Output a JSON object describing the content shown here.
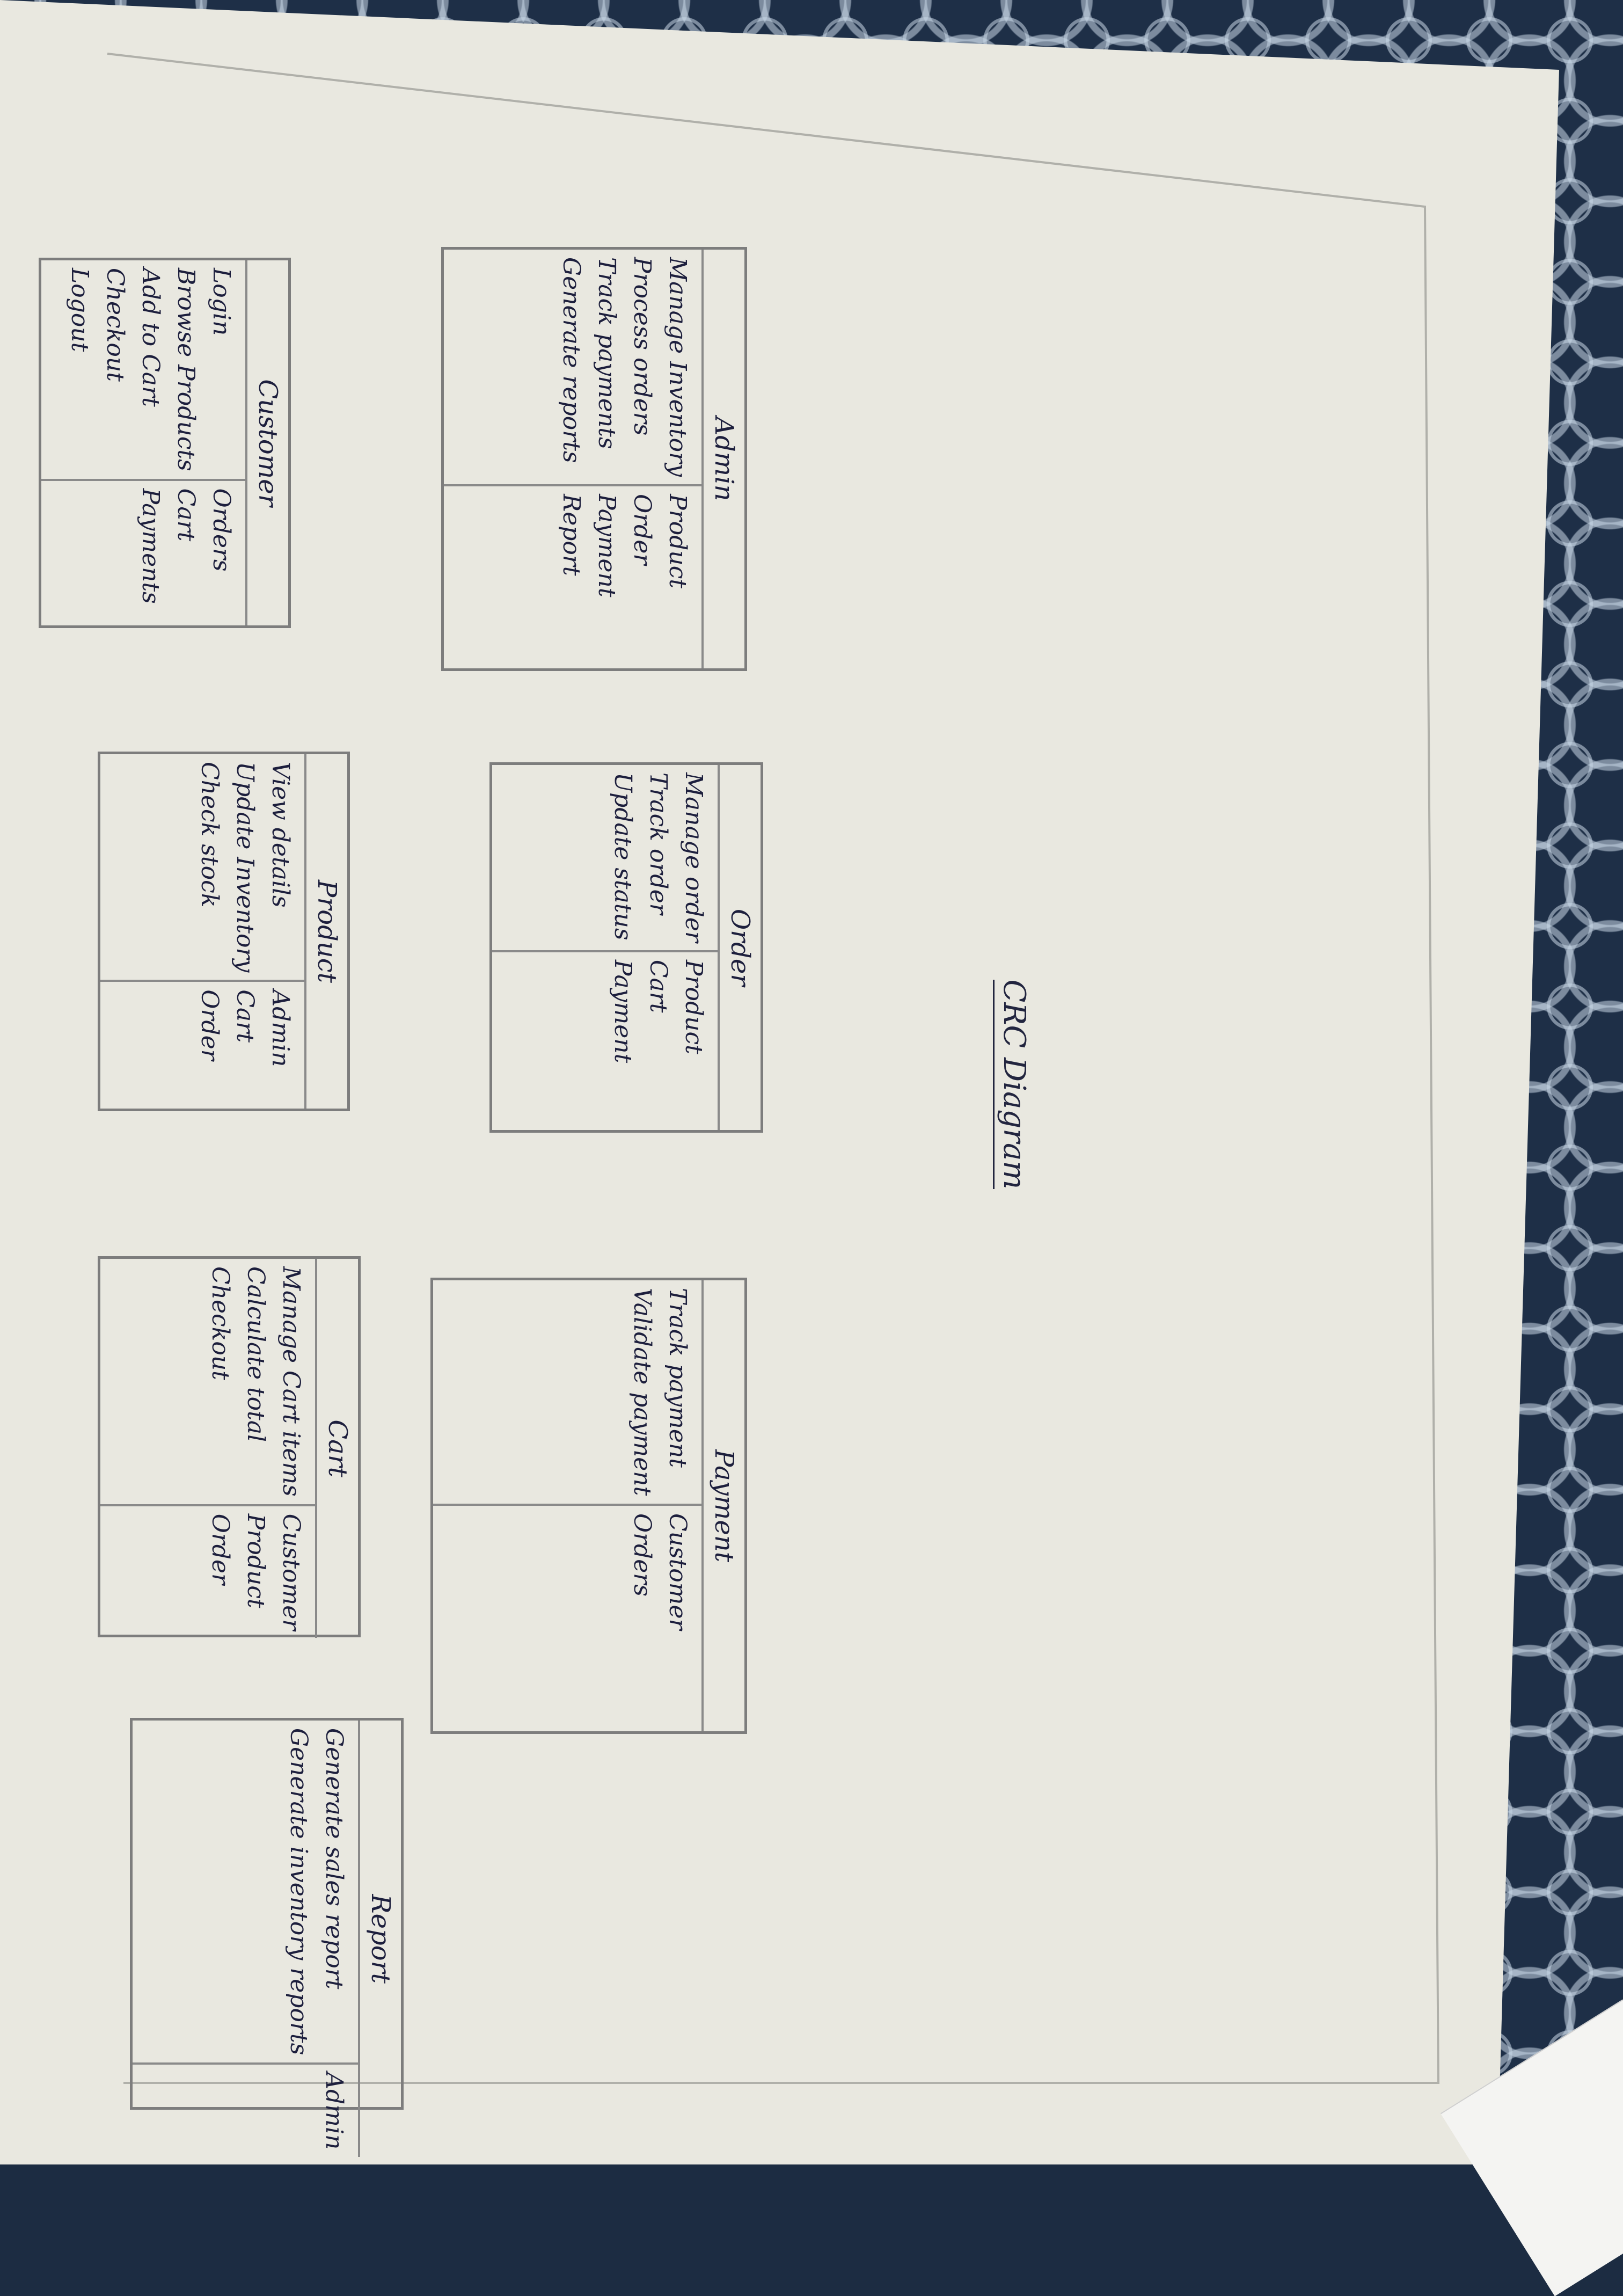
{
  "title": "CRC Diagram",
  "cards": {
    "customer": {
      "name": "Customer",
      "responsibilities": [
        "Login",
        "Browse Products",
        "Add to Cart",
        "Checkout",
        "Logout"
      ],
      "collaborators": [
        "Orders",
        "Cart",
        "Payments"
      ]
    },
    "admin": {
      "name": "Admin",
      "responsibilities": [
        "Manage Inventory",
        "Process orders",
        "Track payments",
        "Generate reports"
      ],
      "collaborators": [
        "Product",
        "Order",
        "Payment",
        "Report"
      ]
    },
    "product": {
      "name": "Product",
      "responsibilities": [
        "View details",
        "Update Inventory",
        "Check stock"
      ],
      "collaborators": [
        "Admin",
        "Cart",
        "Order"
      ]
    },
    "order": {
      "name": "Order",
      "responsibilities": [
        "Manage order",
        "Track order",
        "Update status"
      ],
      "collaborators": [
        "Product",
        "Cart",
        "Payment"
      ]
    },
    "cart": {
      "name": "Cart",
      "responsibilities": [
        "Manage Cart items",
        "Calculate total",
        "Checkout"
      ],
      "collaborators": [
        "Customer",
        "Product",
        "Order"
      ]
    },
    "payment": {
      "name": "Payment",
      "responsibilities": [
        "Track payment",
        "Validate payment"
      ],
      "collaborators": [
        "Customer",
        "Orders"
      ]
    },
    "report": {
      "name": "Report",
      "responsibilities": [
        "Generate sales report",
        "Generate inventory reports"
      ],
      "collaborators": [
        "Admin"
      ]
    }
  }
}
